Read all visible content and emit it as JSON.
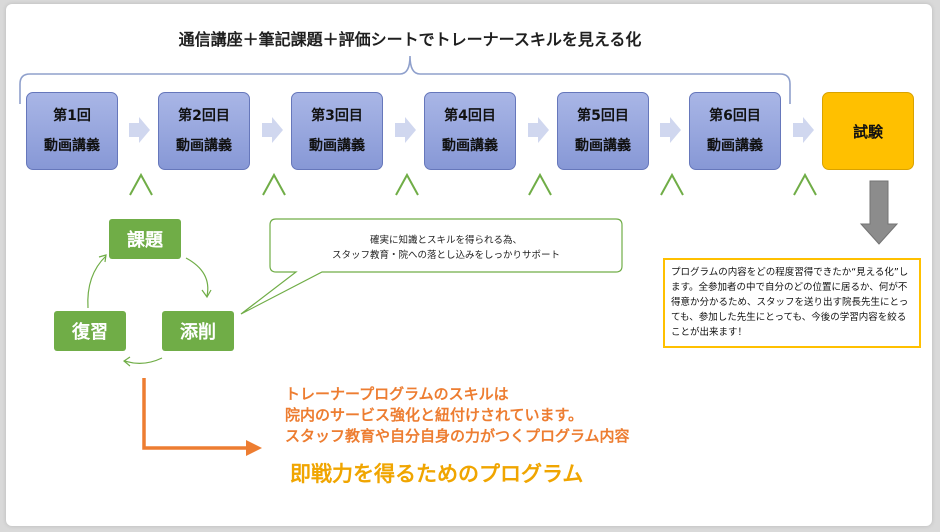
{
  "header": {
    "title": "通信講座＋筆記課題＋評価シートでトレーナースキルを見える化"
  },
  "lessons": [
    {
      "number": "第1回",
      "subject": "動画講義"
    },
    {
      "number": "第2回目",
      "subject": "動画講義"
    },
    {
      "number": "第3回目",
      "subject": "動画講義"
    },
    {
      "number": "第4回目",
      "subject": "動画講義"
    },
    {
      "number": "第5回目",
      "subject": "動画講義"
    },
    {
      "number": "第6回目",
      "subject": "動画講義"
    }
  ],
  "exam": {
    "label": "試験"
  },
  "cycle": {
    "assignment": "課題",
    "correction": "添削",
    "review": "復習"
  },
  "bubble": {
    "line1": "確実に知識とスキルを得られる為、",
    "line2": "スタッフ教育・院への落とし込みをしっかりサポート"
  },
  "note": {
    "text": "プログラムの内容をどの程度習得できたか“見える化”します。全参加者の中で自分のどの位置に居るか、何が不得意か分かるため、スタッフを送り出す院長先生にとっても、参加した先生にとっても、今後の学習内容を絞ることが出来ます！"
  },
  "result": {
    "line1": "トレーナープログラムのスキルは",
    "line2": "院内のサービス強化と紐付けされています。",
    "line3": "スタッフ教育や自分自身の力がつくプログラム内容",
    "headline": "即戦力を得るためのプログラム"
  },
  "colors": {
    "lesson_fill": "#8c9cd8",
    "exam_fill": "#ffc000",
    "cycle_fill": "#70ad47",
    "orange_text": "#ed7d31",
    "headline_text": "#f0a500"
  }
}
